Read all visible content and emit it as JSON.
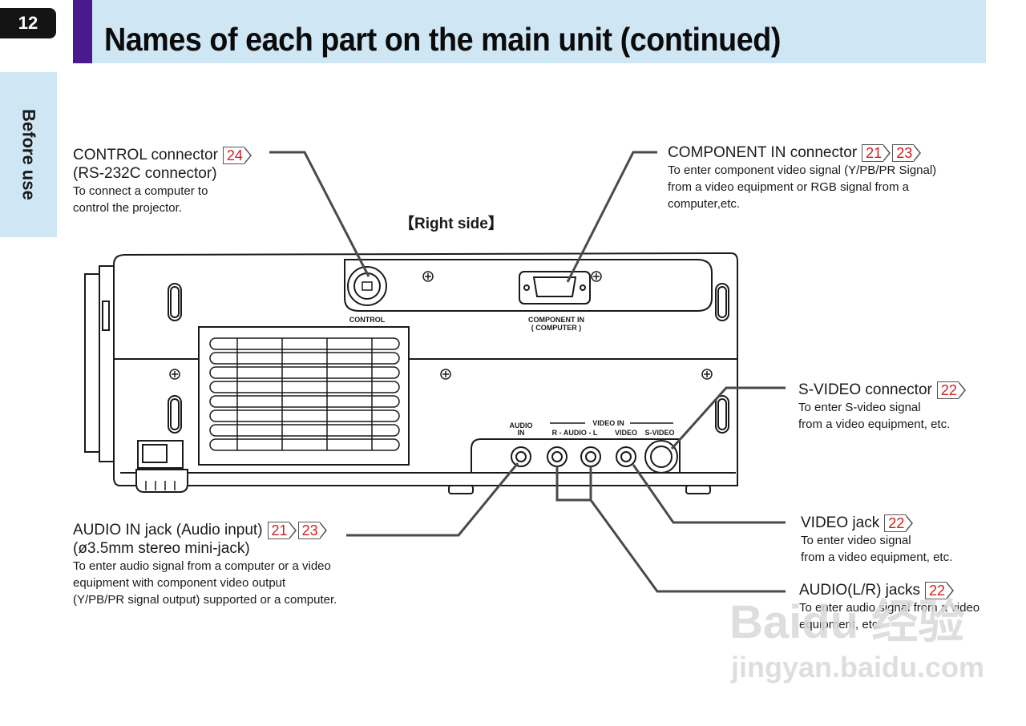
{
  "page_number": "12",
  "header": {
    "title": "Names of each part on the main unit (continued)"
  },
  "side_tab": {
    "label": "Before use"
  },
  "view_label": "【Right side】",
  "panel_labels": {
    "control": "CONTROL",
    "component_in": "COMPONENT IN",
    "computer": "( COMPUTER )",
    "audio_in_1": "AUDIO",
    "audio_in_2": "IN",
    "video_in": "VIDEO IN",
    "r_audio_l": "R - AUDIO - L",
    "video": "VIDEO",
    "s_video": "S-VIDEO"
  },
  "callouts": {
    "control": {
      "title_1": "CONTROL connector",
      "title_2": "(RS-232C connector)",
      "refs": [
        "24"
      ],
      "desc_1": "To connect a computer to",
      "desc_2": "control the projector."
    },
    "component": {
      "title": "COMPONENT IN connector",
      "refs": [
        "21",
        "23"
      ],
      "desc_1": "To enter component video signal (Y/PB/PR Signal)",
      "desc_2": "from a video equipment or RGB signal from a",
      "desc_3": "computer,etc."
    },
    "svideo": {
      "title": "S-VIDEO connector",
      "refs": [
        "22"
      ],
      "desc_1": "To enter S-video signal",
      "desc_2": "from a video equipment, etc."
    },
    "audio_in": {
      "title_1": "AUDIO IN jack (Audio input)",
      "title_2": "(ø3.5mm stereo mini-jack)",
      "refs": [
        "21",
        "23"
      ],
      "desc_1": "To enter audio signal from a computer  or a video",
      "desc_2": "equipment with component video output",
      "desc_3": "(Y/PB/PR signal output) supported or a computer."
    },
    "video_jack": {
      "title": "VIDEO jack",
      "refs": [
        "22"
      ],
      "desc_1": "To enter video signal",
      "desc_2": "from a video equipment, etc."
    },
    "audio_lr": {
      "title": "AUDIO(L/R) jacks",
      "refs": [
        "22"
      ],
      "desc_1": "To enter audio signal from a video",
      "desc_2": "equipment, etc."
    }
  },
  "watermark": {
    "line_1": "Baidu 经验",
    "line_2": "jingyan.baidu.com"
  },
  "colors": {
    "header_bg": "#cfe6f5",
    "header_accent": "#4a1a8c",
    "ref_number": "#d02020",
    "page_tab": "#141414"
  }
}
